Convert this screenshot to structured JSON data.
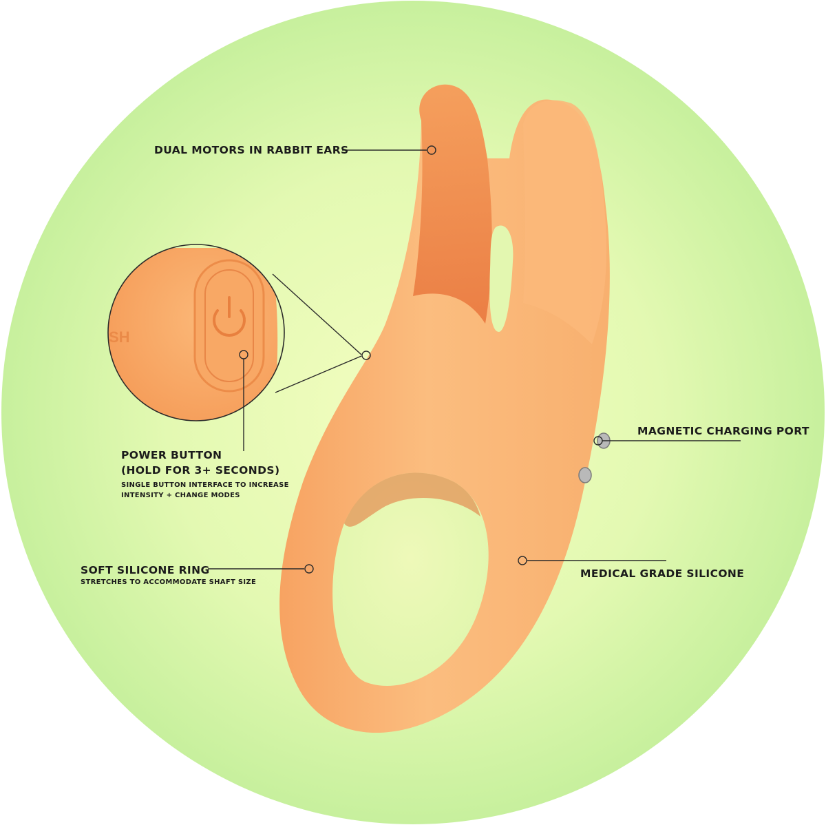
{
  "colors": {
    "background_outer": "#ffffff",
    "circle_center": "#f0fcb8",
    "circle_edge": "#c9f2a0",
    "product_light": "#fbc58a",
    "product_mid": "#f7a968",
    "product_shadow": "#e9793e",
    "leader_line": "#2a2a2a"
  },
  "callouts": {
    "motors": {
      "title": "DUAL MOTORS IN RABBIT EARS"
    },
    "power_button": {
      "title_line1": "POWER BUTTON",
      "title_line2": "(HOLD FOR 3+ SECONDS)",
      "desc_line1": "SINGLE BUTTON INTERFACE TO INCREASE",
      "desc_line2": "INTENSITY + CHANGE MODES"
    },
    "charging": {
      "title": "MAGNETIC CHARGING PORT"
    },
    "ring": {
      "title": "SOFT SILICONE RING",
      "desc": "STRETCHES TO ACCOMMODATE SHAFT SIZE"
    },
    "silicone": {
      "title": "MEDICAL GRADE SILICONE"
    }
  },
  "inset": {
    "brand_fragment": "SH",
    "icon": "power-icon"
  }
}
